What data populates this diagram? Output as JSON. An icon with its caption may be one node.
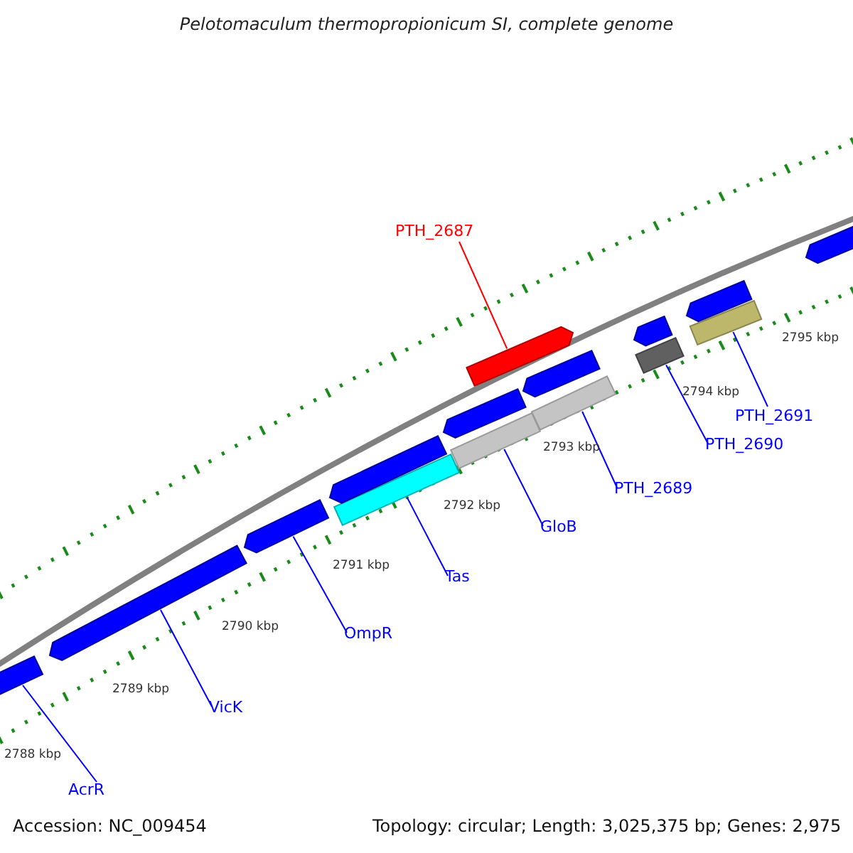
{
  "diagram": {
    "title": "Pelotomaculum thermopropionicum SI, complete genome",
    "nodes": [
      {
        "text": [
          "PTH_2687"
        ]
      },
      {
        "text": [],
        "shape": "arrow"
      },
      {
        "text": [],
        "shape": "bar"
      },
      {
        "text": [],
        "shape": "bar"
      },
      {
        "text": [],
        "shape": "bar"
      },
      {
        "text": [],
        "shape": "bar"
      },
      {
        "text": [],
        "shape": "bar"
      },
      {
        "text": [],
        "shape": "arrow"
      },
      {
        "text": [],
        "shape": "arrow"
      },
      {
        "text": [],
        "shape": "bar"
      },
      {
        "text": [
          "PTH_2691"
        ]
      },
      {
        "text": [
          "PTH_2690"
        ]
      },
      {
        "text": [
          "PTH_2689"
        ]
      },
      {
        "text": [
          "GloB"
        ]
      },
      {
        "text": [
          "Tas"
        ]
      },
      {
        "text": [
          "OmpR"
        ]
      },
      {
        "text": [
          "VicK"
        ]
      },
      {
        "text": [
          "AcrR"
        ]
      },
      {
        "text": [],
        "shape": "arrow"
      },
      {
        "text": [],
        "shape": "arrow"
      },
      {
        "text": [],
        "shape": "arrow"
      },
      {
        "text": [],
        "shape": "arrow"
      },
      {
        "text": [],
        "shape": "arrow"
      },
      {
        "text": [],
        "shape": "arrow"
      }
    ],
    "edges": [
      {
        "from": 0,
        "to": 1,
        "arrow": "none",
        "color": "#ff0000"
      },
      {
        "from": 10,
        "to": 2,
        "arrow": "none"
      },
      {
        "from": 11,
        "to": 3,
        "arrow": "none"
      },
      {
        "from": 12,
        "to": 4,
        "arrow": "none"
      },
      {
        "from": 13,
        "to": 5,
        "arrow": "none"
      },
      {
        "from": 14,
        "to": 6,
        "arrow": "none"
      },
      {
        "from": 15,
        "to": 7,
        "arrow": "none"
      },
      {
        "from": 16,
        "to": 8,
        "arrow": "none"
      },
      {
        "from": 17,
        "to": 9,
        "arrow": "none"
      }
    ],
    "labels": [
      "2795 kbp",
      "2794 kbp",
      "2793 kbp",
      "2792 kbp",
      "2791 kbp",
      "2790 kbp",
      "2789 kbp",
      "2788 kbp",
      "Accession: NC_009454",
      "Topology: circular; Length: 3,025,375 bp; Genes: 2,975"
    ]
  }
}
